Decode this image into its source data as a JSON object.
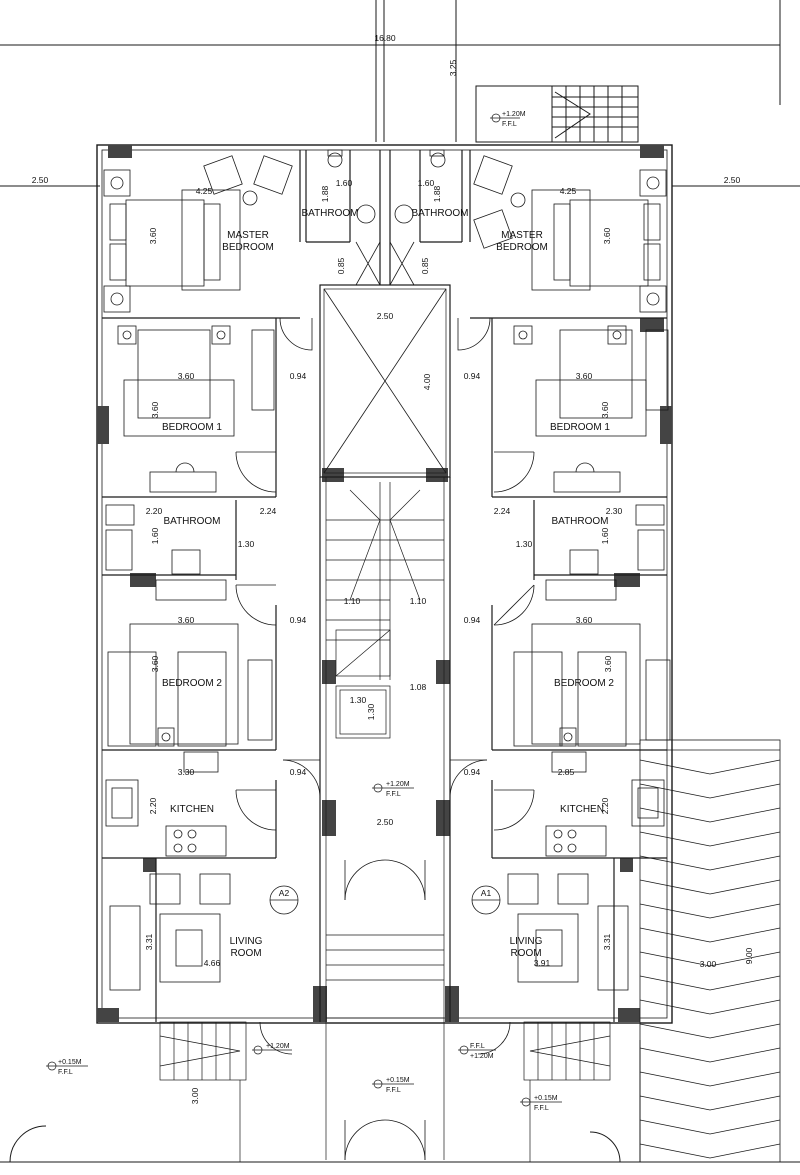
{
  "plan": {
    "rooms": {
      "master_bedroom_left": [
        "MASTER",
        "BEDROOM"
      ],
      "master_bedroom_right": [
        "MASTER",
        "BEDROOM"
      ],
      "bathroom_top_left": "BATHROOM",
      "bathroom_top_right": "BATHROOM",
      "bedroom1_left": "BEDROOM 1",
      "bedroom1_right": "BEDROOM 1",
      "bathroom_left": "BATHROOM",
      "bathroom_right": "BATHROOM",
      "bedroom2_left": "BEDROOM 2",
      "bedroom2_right": "BEDROOM 2",
      "kitchen_left": "KITCHEN",
      "kitchen_right": "KITCHEN",
      "living_left": [
        "LIVING",
        "ROOM"
      ],
      "living_right": [
        "LIVING",
        "ROOM"
      ]
    },
    "dimensions": {
      "overall_width": "16.80",
      "top_setback": "3.25",
      "side_left": "2.50",
      "side_right": "2.50",
      "master_left_w": "4.25",
      "master_right_w": "4.25",
      "master_left_h": "3.60",
      "master_right_h": "3.60",
      "bath_top_w_left": "1.60",
      "bath_top_w_right": "1.60",
      "bath_top_h_left": "1.88",
      "bath_top_h_right": "1.88",
      "door_top_left": "0.85",
      "door_top_right": "0.85",
      "lift_w": "2.50",
      "lift_h": "4.00",
      "bed1_left_w": "3.60",
      "bed1_right_w": "3.60",
      "bed1_left_h": "3.60",
      "bed1_right_h": "3.60",
      "door1_left": "0.94",
      "door1_right": "0.94",
      "bath_left_w": "2.20",
      "bath_right_w": "2.30",
      "bath_left_h": "1.60",
      "bath_right_h": "1.60",
      "corr_left": "2.24",
      "corr_right": "2.24",
      "corr2_left": "1.30",
      "corr2_right": "1.30",
      "bed2_left_w": "3.60",
      "bed2_right_w": "3.60",
      "bed2_left_h": "3.60",
      "bed2_right_h": "3.60",
      "door2_left": "0.94",
      "door2_right": "0.94",
      "stair_w_left": "1.10",
      "stair_w_right": "1.10",
      "landing": "1.08",
      "lift2_w": "1.30",
      "lift2_h": "1.30",
      "kitchen_left_w": "3.30",
      "kitchen_right_w": "2.85",
      "kitchen_left_h": "2.20",
      "kitchen_right_h": "2.20",
      "door3_left": "0.94",
      "door3_right": "0.94",
      "lobby_w": "2.50",
      "living_left_h": "3.31",
      "living_right_h": "3.31",
      "living_left_w": "4.66",
      "living_right_w": "3.91",
      "entry_h": "3.00",
      "ramp_w": "3.00",
      "ramp_h": "9.00"
    },
    "levels": {
      "top_rear": [
        "+1.20M",
        "F.F.L"
      ],
      "lobby": [
        "+1.20M",
        "F.F.L"
      ],
      "entry_left": [
        "+1.20M",
        ""
      ],
      "entry_right": [
        "F.F.L",
        "+1.20M"
      ],
      "ground_left": [
        "+0.15M",
        "F.F.L"
      ],
      "ground_center": [
        "+0.15M",
        "F.F.L"
      ],
      "ground_right": [
        "+0.15M",
        "F.F.L"
      ]
    },
    "section_markers": {
      "left": "A2",
      "right": "A1"
    }
  }
}
